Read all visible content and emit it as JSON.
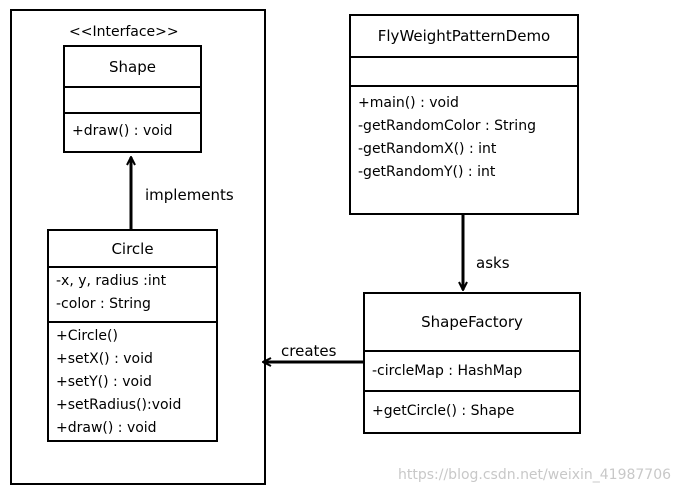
{
  "stereotype": "<<Interface>>",
  "shape": {
    "name": "Shape",
    "attributes": [],
    "methods": [
      "+draw() : void"
    ]
  },
  "circle": {
    "name": "Circle",
    "attributes": [
      "-x, y, radius :int",
      "-color : String"
    ],
    "methods": [
      "+Circle()",
      "+setX() : void",
      "+setY() : void",
      "+setRadius():void",
      "+draw() : void"
    ]
  },
  "demo": {
    "name": "FlyWeightPatternDemo",
    "attributes": [],
    "methods": [
      "+main() : void",
      "-getRandomColor : String",
      "-getRandomX() : int",
      "-getRandomY() : int"
    ]
  },
  "factory": {
    "name": "ShapeFactory",
    "attributes": [
      "-circleMap : HashMap"
    ],
    "methods": [
      "+getCircle() : Shape"
    ]
  },
  "relations": {
    "implements": "implements",
    "asks": "asks",
    "creates": "creates"
  },
  "watermark": "https://blog.csdn.net/weixin_41987706"
}
